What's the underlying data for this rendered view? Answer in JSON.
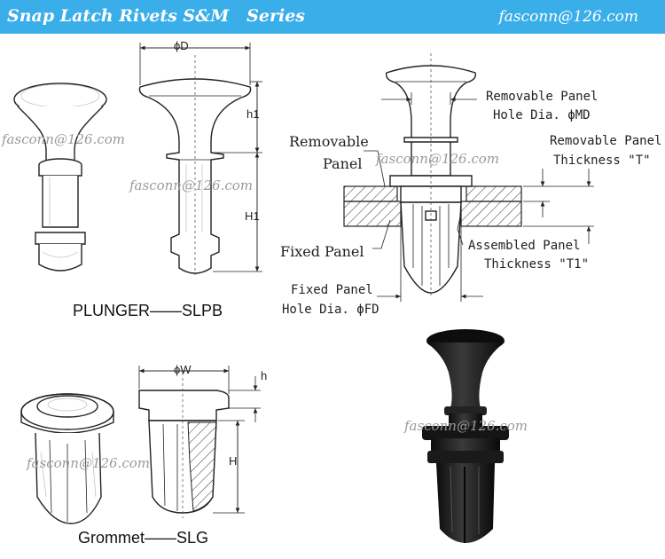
{
  "header": {
    "title": "Snap Latch Rivets S&M   Series",
    "email": "fasconn@126.com",
    "bg_color": "#3aaee8"
  },
  "plunger": {
    "caption": "PLUNGER——SLPB",
    "dim_d": "ϕD",
    "dim_h1": "h1",
    "dim_H1": "H1"
  },
  "assembly": {
    "removable_panel_hole": [
      "Removable Panel",
      "Hole Dia. ϕMD"
    ],
    "removable_panel": [
      "Removable",
      "Panel"
    ],
    "removable_panel_thickness": [
      "Removable Panel",
      "Thickness \"T\""
    ],
    "fixed_panel": "Fixed Panel",
    "assembled_panel_thickness": [
      "Assembled Panel",
      "Thickness \"T1\""
    ],
    "fixed_panel_hole": [
      "Fixed Panel",
      "Hole Dia. ϕFD"
    ]
  },
  "grommet": {
    "caption": "Grommet——SLG",
    "dim_w": "ϕW",
    "dim_h": "h",
    "dim_H": "H"
  },
  "watermarks": [
    "fasconn@126.com",
    "fasconn@126.com",
    "fasconn@126.com",
    "fasconn@126.com",
    "fasconn@126.com"
  ],
  "photo": {
    "color": "#1a1a1a"
  }
}
